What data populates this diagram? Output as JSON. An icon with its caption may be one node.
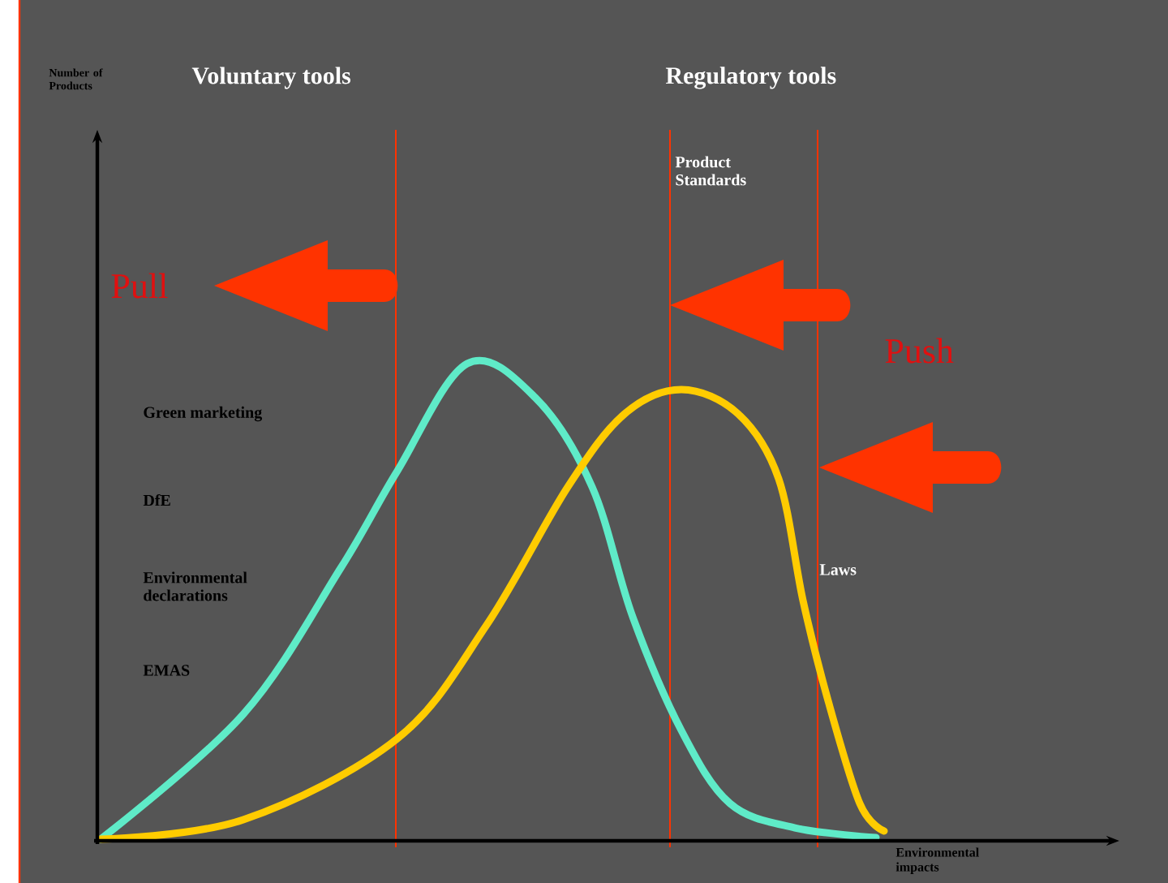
{
  "diagram": {
    "labels": [
      "Number of Products",
      "Voluntary tools",
      "Regulatory tools",
      "Product Standards",
      "Pull",
      "Push",
      "Green marketing",
      "DfE",
      "Environmental declarations",
      "EMAS",
      "Laws",
      "Environmental impacts"
    ]
  }
}
